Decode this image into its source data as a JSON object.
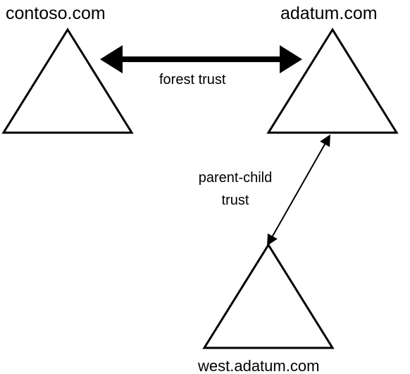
{
  "domains": {
    "contoso": {
      "label": "contoso.com"
    },
    "adatum": {
      "label": "adatum.com"
    },
    "west": {
      "label": "west.adatum.com"
    }
  },
  "trusts": {
    "forest": {
      "label": "forest trust"
    },
    "parent_child": {
      "line1": "parent-child",
      "line2": "trust"
    }
  },
  "colors": {
    "line": "#000000",
    "fill": "#ffffff"
  }
}
